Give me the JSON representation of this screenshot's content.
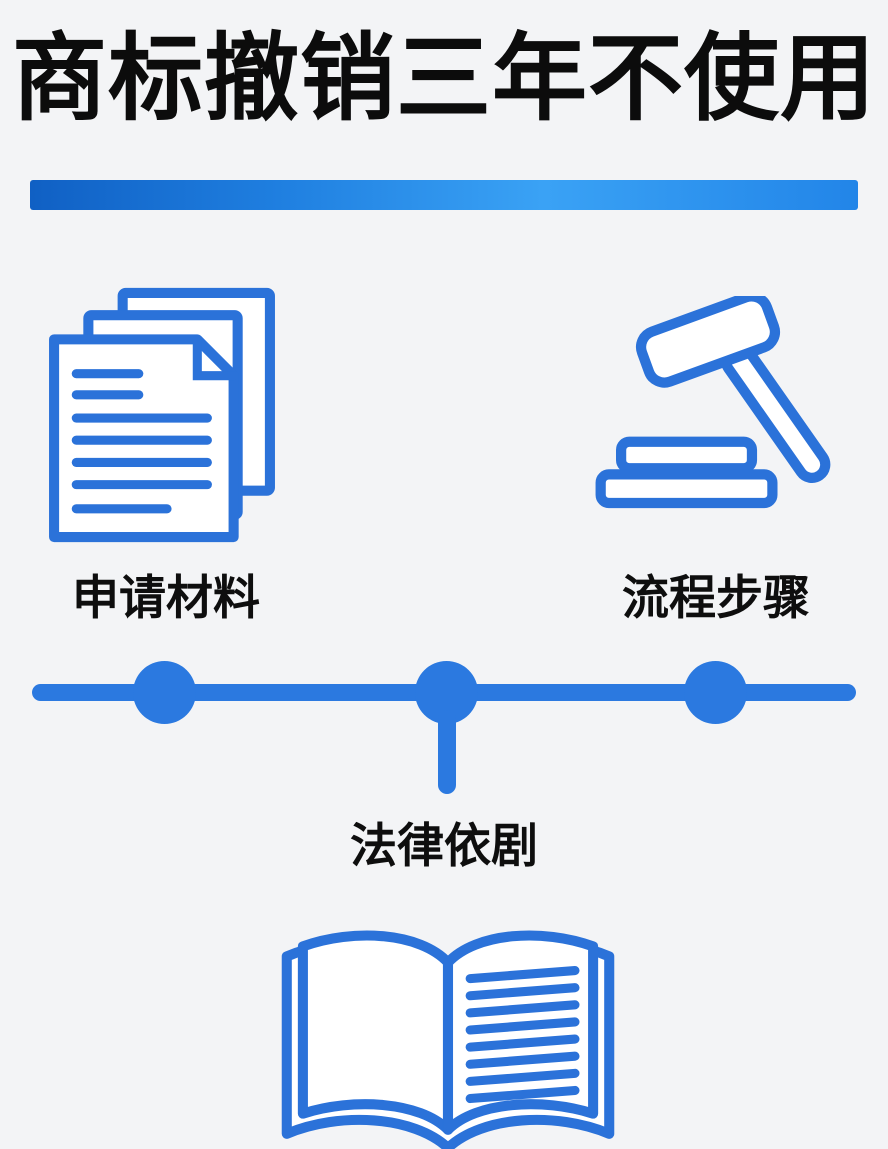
{
  "page": {
    "title": "商标撤销三年不使用",
    "background_color": "#f3f4f6",
    "title_color": "#0c0c0c"
  },
  "divider_bar": {
    "gradient_start": "#1060c4",
    "gradient_end": "#2285e8"
  },
  "colors": {
    "accent_blue": "#2b72d9",
    "timeline_blue": "#2b79e0"
  },
  "items": [
    {
      "label": "申请材料",
      "icon": "documents-icon",
      "position": "top-left"
    },
    {
      "label": "流程步骤",
      "icon": "gavel-icon",
      "position": "top-right"
    },
    {
      "label": "法律依剧",
      "icon": "open-book-icon",
      "position": "bottom-center"
    }
  ],
  "timeline": {
    "nodes": 3,
    "color": "#2b79e0"
  }
}
